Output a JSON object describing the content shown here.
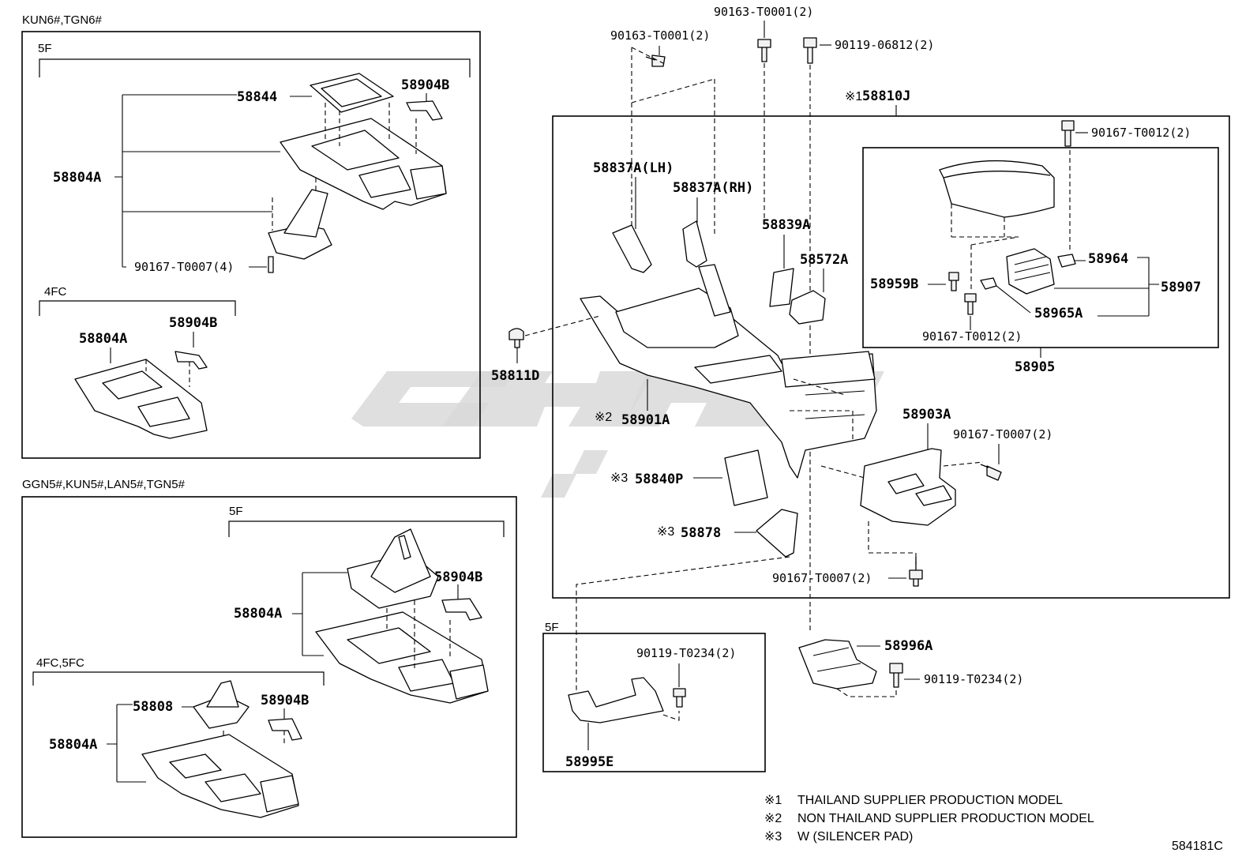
{
  "groups": {
    "g1": "KUN6#,TGN6#",
    "g1_5f": "5F",
    "g1_4fc": "4FC",
    "g2": "GGN5#,KUN5#,LAN5#,TGN5#",
    "g2_5f": "5F",
    "g2_4fc5fc": "4FC,5FC",
    "g3_5f": "5F"
  },
  "parts": {
    "p58844": "58844",
    "p58904B_1": "58904B",
    "p58804A_1": "58804A",
    "p90167_T0007_4": "90167-T0007(4)",
    "p58804A_2": "58804A",
    "p58904B_2": "58904B",
    "p58804A_3": "58804A",
    "p58904B_3": "58904B",
    "p58808": "58808",
    "p58804A_4": "58804A",
    "p58904B_4": "58904B",
    "p90163_T0001_top": "90163-T0001(2)",
    "p90163_T0001_left": "90163-T0001(2)",
    "p90119_06812": "90119-06812(2)",
    "p58810J": "58810J",
    "p90167_T0012_top": "90167-T0012(2)",
    "p58837A_LH": "58837A(LH)",
    "p58837A_RH": "58837A(RH)",
    "p58839A": "58839A",
    "p58572A": "58572A",
    "p58964": "58964",
    "p58959B": "58959B",
    "p58907": "58907",
    "p58965A": "58965A",
    "p90167_T0012_bot": "90167-T0012(2)",
    "p58905": "58905",
    "p58811D": "58811D",
    "p58901A": "58901A",
    "p58903A": "58903A",
    "p90167_T0007_right": "90167-T0007(2)",
    "p58840P": "58840P",
    "p58878": "58878",
    "p90167_T0007_bot": "90167-T0007(2)",
    "p90119_T0234_left": "90119-T0234(2)",
    "p58996A": "58996A",
    "p90119_T0234_right": "90119-T0234(2)",
    "p58995E": "58995E"
  },
  "marks": {
    "m1": "※1",
    "m2": "※2",
    "m3a": "※3",
    "m3b": "※3"
  },
  "notes": [
    {
      "mark": "※1",
      "text": "THAILAND SUPPLIER PRODUCTION MODEL"
    },
    {
      "mark": "※2",
      "text": "NON THAILAND SUPPLIER PRODUCTION MODEL"
    },
    {
      "mark": "※3",
      "text": "W (SILENCER PAD)"
    }
  ],
  "figure_code": "584181C",
  "colors": {
    "line": "#000000",
    "watermark": "#d9d9d9",
    "background": "#ffffff"
  }
}
